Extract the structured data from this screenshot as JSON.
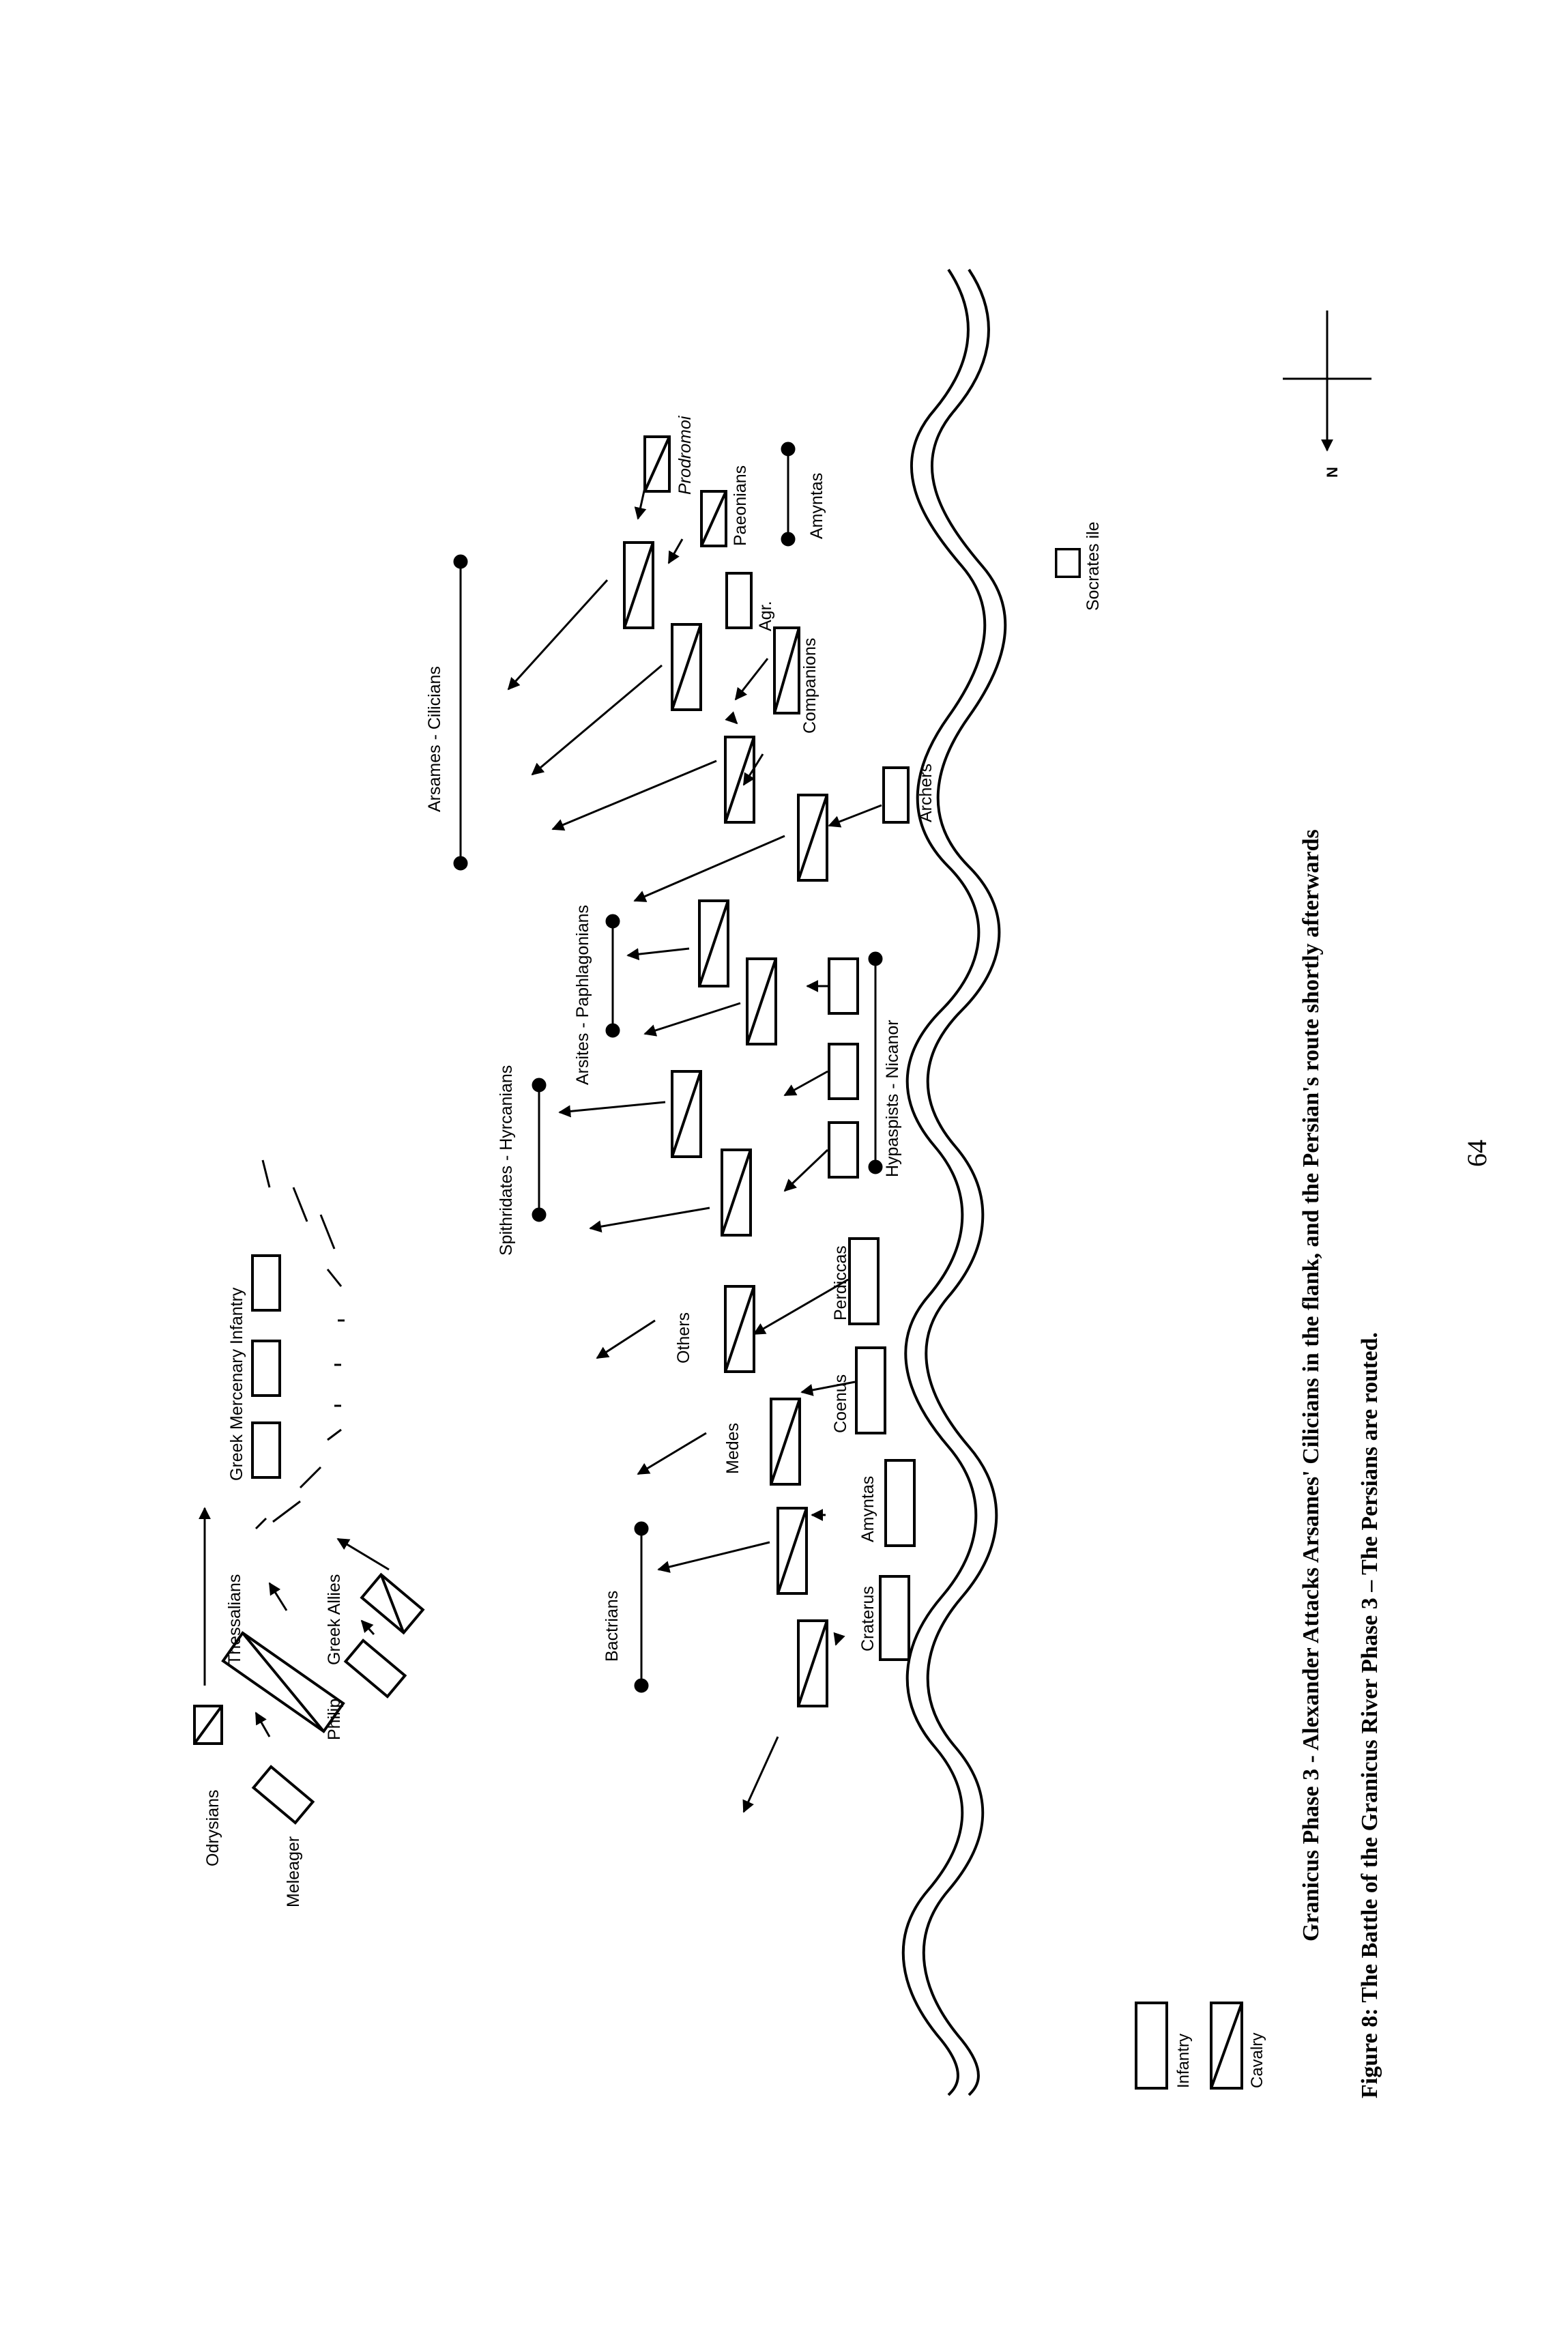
{
  "diagram": {
    "units": {
      "odrysians": "Odrysians",
      "meleager": "Meleager",
      "thessalians": "Thessalians",
      "philip": "Philip",
      "greek_allies": "Greek Allies",
      "greek_mercenary_infantry": "Greek Mercenary Infantry",
      "bactrians": "Bactrians",
      "medes": "Medes",
      "others": "Others",
      "spithridates_hyrcanians": "Spithridates - Hyrcanians",
      "arsites_paphlagonians": "Arsites - Paphlagonians",
      "arsames_cilicians": "Arsames - Cilicians",
      "craterus": "Craterus",
      "amyntas": "Amyntas",
      "coenus": "Coenus",
      "perdiccas": "Perdiccas",
      "hypaspists_nicanor": "Hypaspists - Nicanor",
      "archers": "Archers",
      "companions": "Companions",
      "agr": "Agr.",
      "paeonians": "Paeonians",
      "prodromoi": "Prodromoi",
      "amyntas_flank": "Amyntas",
      "socrates_ile": "Socrates ile"
    },
    "compass": {
      "north": "N"
    },
    "legend": {
      "infantry": "Infantry",
      "cavalry": "Cavalry"
    }
  },
  "caption": {
    "title": "Granicus Phase 3 - Alexander Attacks Arsames' Cilicians in the flank, and the Persian's route shortly afterwards",
    "figure": "Figure 8: The Battle of the Granicus River Phase 3 – The Persians are routed."
  },
  "page_number": "64"
}
